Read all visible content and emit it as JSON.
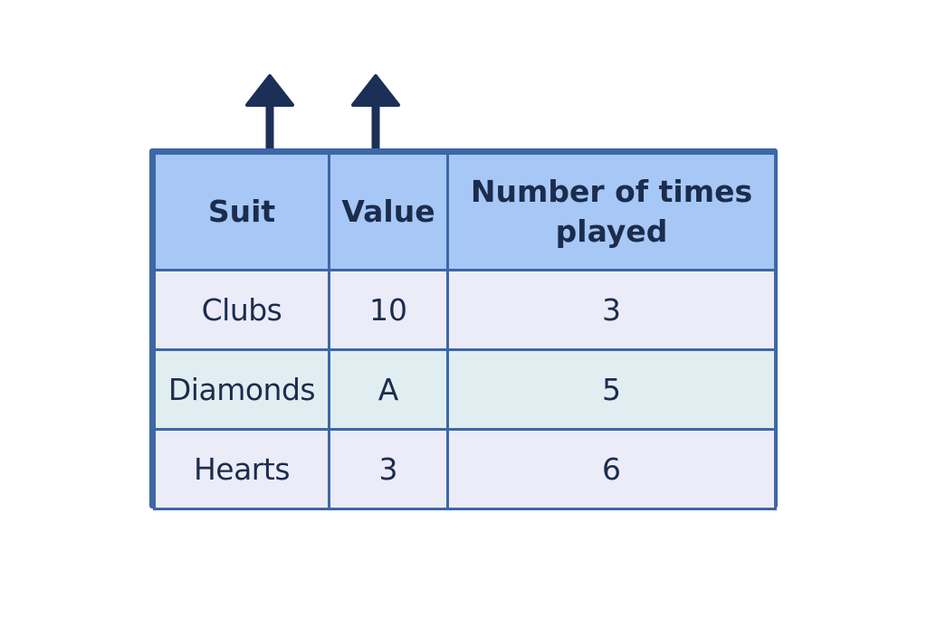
{
  "table": {
    "headers": {
      "suit": "Suit",
      "value": "Value",
      "count": "Number of times played"
    },
    "rows": [
      {
        "suit": "Clubs",
        "value": "10",
        "count": "3"
      },
      {
        "suit": "Diamonds",
        "value": "A",
        "count": "5"
      },
      {
        "suit": "Hearts",
        "value": "3",
        "count": "6"
      }
    ]
  },
  "colors": {
    "border": "#3d67a6",
    "header_fill": "#a7c8f6",
    "row_fill": "#ebecf8",
    "alt_row_fill": "#e1eef1",
    "arrow": "#1c2f57"
  },
  "arrows": [
    {
      "name": "suit-column-arrow",
      "direction": "up"
    },
    {
      "name": "value-column-arrow",
      "direction": "up"
    }
  ]
}
